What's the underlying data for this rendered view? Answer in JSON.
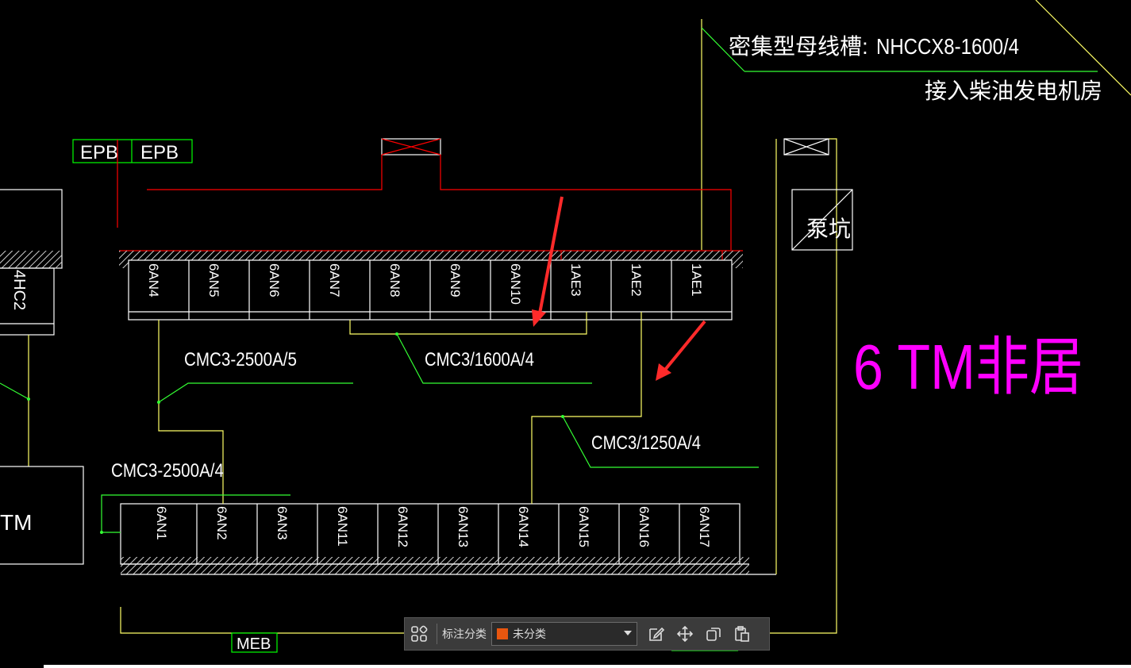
{
  "drawing": {
    "busway_title_label": "密集型母线槽:",
    "busway_title_model": "NHCCX8-1600/4",
    "busway_note": "接入柴油发电机房",
    "epb_labels": [
      "EPB",
      "EPB"
    ],
    "pump_pit": "泵坑",
    "big_label": "6 TM非居",
    "left_panel_label": "4HC2",
    "left_box_label": "TM",
    "meb_label": "MEB",
    "cables": {
      "c1": "CMC3-2500A/5",
      "c2": "CMC3/1600A/4",
      "c3": "CMC3/1250A/4",
      "c4": "CMC3-2500A/4"
    },
    "top_row": [
      "6AN4",
      "6AN5",
      "6AN6",
      "6AN7",
      "6AN8",
      "6AN9",
      "6AN10",
      "1AE3",
      "1AE2",
      "1AE1"
    ],
    "bottom_row": [
      "6AN1",
      "6AN2",
      "6AN3",
      "6AN11",
      "6AN12",
      "6AN13",
      "6AN14",
      "6AN15",
      "6AN16",
      "6AN17"
    ],
    "colors": {
      "bg": "#000000",
      "white": "#ffffff",
      "red": "#ff0000",
      "yellow": "#ffff66",
      "green": "#00ff00",
      "magenta": "#ff00ff",
      "annotation": "#ff2a2a"
    }
  },
  "toolbar": {
    "category_label": "标注分类",
    "category_value": "未分类",
    "category_color": "#e8560f",
    "icons": [
      "grid-icon",
      "edit-icon",
      "move-icon",
      "copy-icon",
      "paste-icon"
    ]
  }
}
